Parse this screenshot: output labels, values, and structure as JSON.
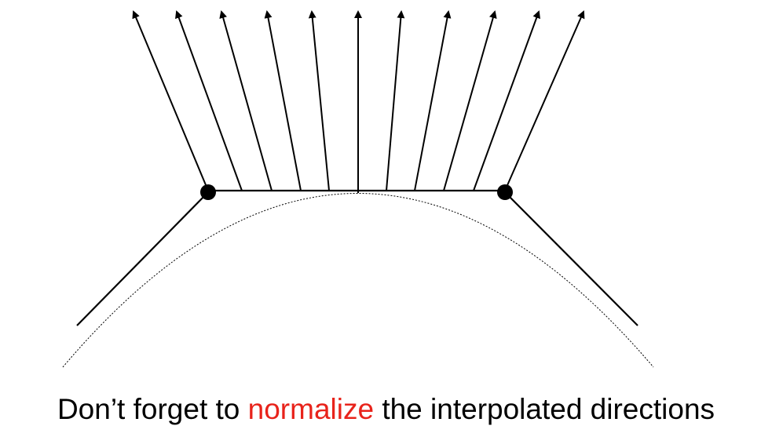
{
  "caption": {
    "prefix": "Don’t forget to ",
    "highlight": "normalize",
    "suffix": " the interpolated directions"
  },
  "colors": {
    "line": "#000000",
    "highlight": "#e8231b",
    "background": "#ffffff"
  },
  "diagram": {
    "vertex_count": 2,
    "interpolated_direction_count": 11,
    "underlying_surface_style": "dotted-arc"
  }
}
